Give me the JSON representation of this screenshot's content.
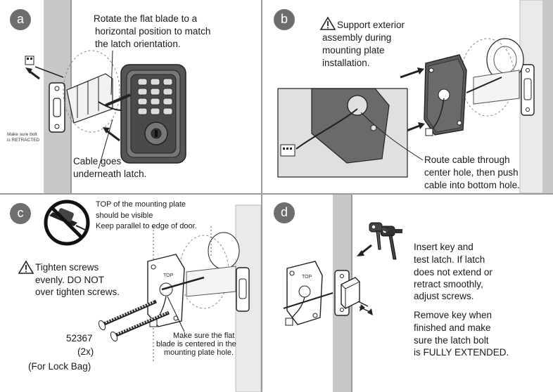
{
  "panels": {
    "a": {
      "letter": "a",
      "instruction": [
        "Rotate the flat blade to a",
        "horizontal position to match",
        "the latch orientation."
      ],
      "bolt_note": [
        "Make sure bolt",
        "is RETRACTED"
      ],
      "cable_note": [
        "Cable goes",
        "underneath latch."
      ]
    },
    "b": {
      "letter": "b",
      "warning": [
        "Support exterior",
        "assembly during",
        "mounting plate",
        "installation."
      ],
      "route_note": [
        "Route cable through",
        "center hole, then push",
        "cable into bottom hole."
      ]
    },
    "c": {
      "letter": "c",
      "top_note": [
        "TOP of the mounting plate",
        "should be visible",
        "Keep parallel to edge of door."
      ],
      "warning": [
        "Tighten screws",
        "evenly.  DO NOT",
        "over tighten screws."
      ],
      "part_number": "52367",
      "quantity": "(2x)",
      "bag_note": "(For Lock Bag)",
      "blade_note": [
        "Make sure the flat",
        "blade is centered in the",
        "mounting plate hole."
      ],
      "plate_label": "TOP"
    },
    "d": {
      "letter": "d",
      "instruction": [
        "Insert key and",
        "test latch. If latch",
        "does not extend or",
        "retract smoothly,",
        "adjust screws."
      ],
      "remove_note": [
        "Remove key when",
        "finished and make",
        "sure the latch bolt",
        "is FULLY EXTENDED."
      ],
      "plate_label": "TOP"
    }
  },
  "colors": {
    "badge": "#6e6e6e",
    "door_edge": "#c8c8c8",
    "divider": "#9a9a9a",
    "line": "#222222"
  }
}
